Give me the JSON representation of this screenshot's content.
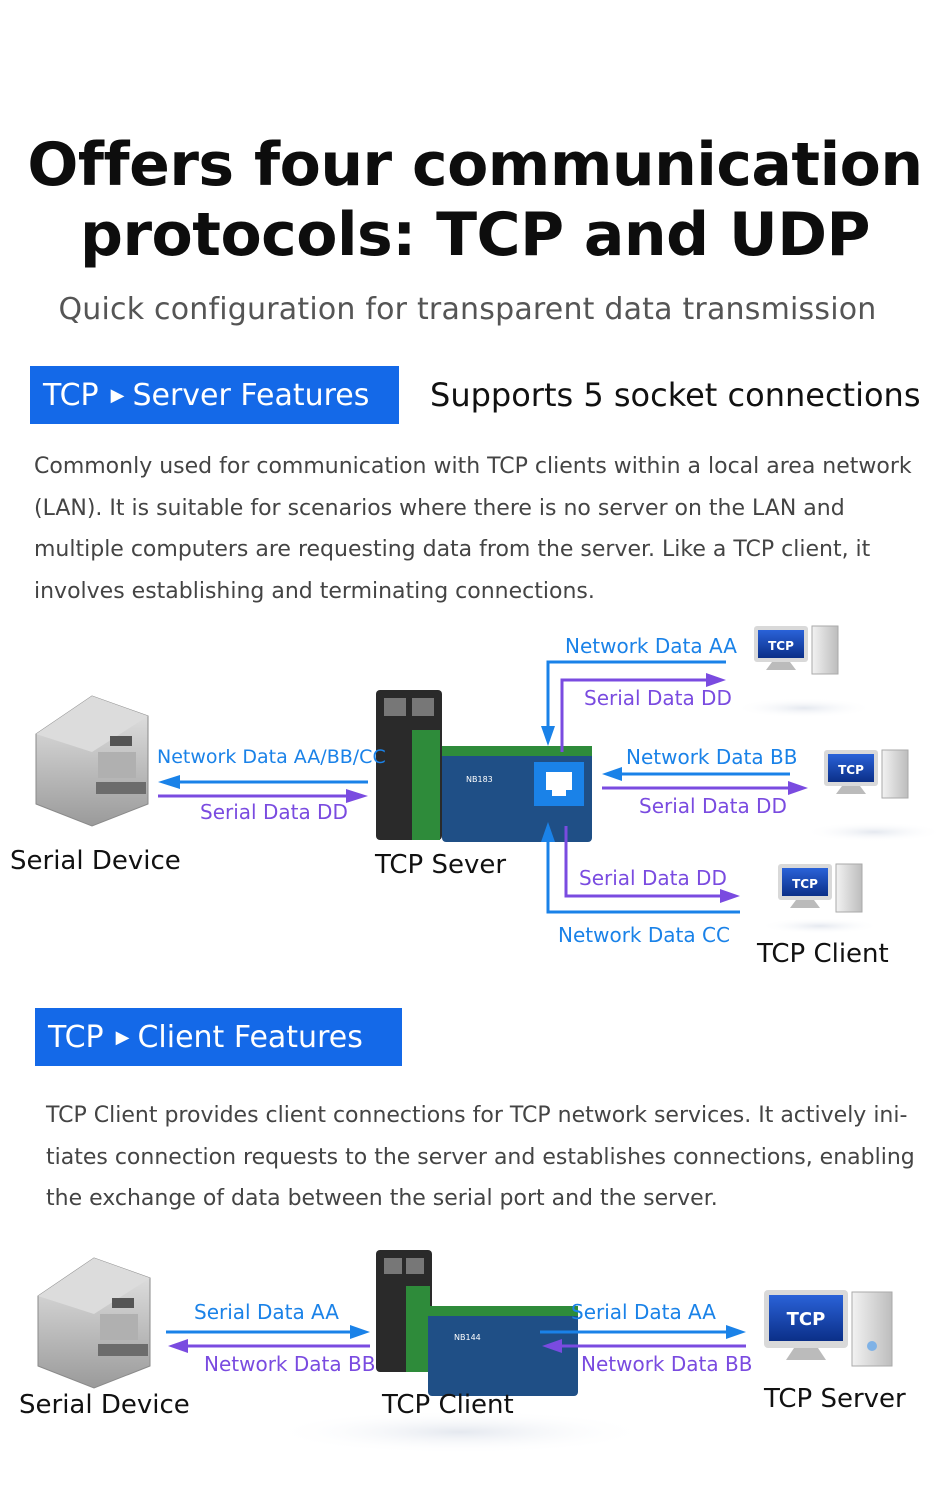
{
  "header": {
    "title_line1": "Offers four communication",
    "title_line2": "protocols: TCP and UDP",
    "subtitle": "Quick configuration for transparent data transmission"
  },
  "server_section": {
    "badge_left": "TCP",
    "badge_right": "Server Features",
    "supports": "Supports 5 socket connections",
    "description": "Commonly used for communication with TCP clients within a local area network (LAN). It is suitable for scenarios where there is no server on the LAN and multiple computers are requesting data from the server. Like a TCP client, it involves establishing and terminating connections.",
    "diagram": {
      "serial_device": "Serial Device",
      "tcp_server": "TCP Sever",
      "tcp_client": "TCP Client",
      "monitor_label": "TCP",
      "left_network": "Network Data AA/BB/CC",
      "left_serial": "Serial Data DD",
      "top_network": "Network Data AA",
      "top_serial": "Serial Data DD",
      "mid_network": "Network Data BB",
      "mid_serial": "Serial Data DD",
      "bot_serial": "Serial Data DD",
      "bot_network": "Network Data CC",
      "device_model": "NB183"
    }
  },
  "client_section": {
    "badge_left": "TCP",
    "badge_right": "Client Features",
    "description": "TCP Client provides client connections for TCP network services. It actively ini-tiates connection requests to the server and establishes connections, enabling the exchange of data between the serial port and the server.",
    "diagram": {
      "serial_device": "Serial Device",
      "tcp_client": "TCP Client",
      "tcp_server": "TCP Server",
      "monitor_label": "TCP",
      "left_serial": "Serial Data AA",
      "left_network": "Network Data BB",
      "right_serial": "Serial Data AA",
      "right_network": "Network Data BB",
      "device_model": "NB144"
    }
  },
  "colors": {
    "badge": "#1469e8",
    "blue_arrow": "#1a82e8",
    "purple_arrow": "#7a4be0",
    "device_body": "#1f4f86"
  }
}
